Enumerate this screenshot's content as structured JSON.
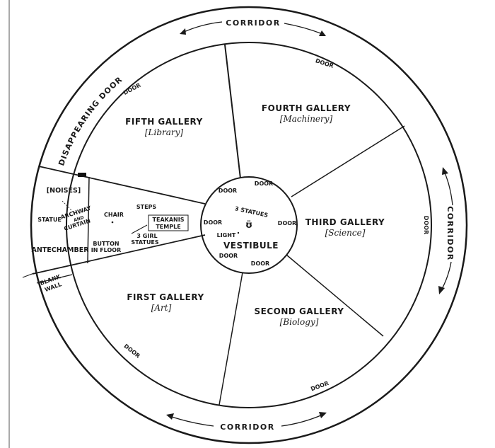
{
  "corridor": {
    "top": "CORRIDOR",
    "right": "CORRIDOR",
    "bottom": "CORRIDOR"
  },
  "vestibule": {
    "name": "VESTIBULE",
    "statues": "3 STATUES",
    "light": "LIGHT",
    "door_label": "DOOR"
  },
  "galleries": [
    {
      "name": "FIRST GALLERY",
      "subject": "[Art]"
    },
    {
      "name": "SECOND GALLERY",
      "subject": "[Biology]"
    },
    {
      "name": "THIRD GALLERY",
      "subject": "[Science]"
    },
    {
      "name": "FOURTH GALLERY",
      "subject": "[Machinery]"
    },
    {
      "name": "FIFTH GALLERY",
      "subject": "[Library]"
    }
  ],
  "west_wing": {
    "noises": "[NOISES]",
    "statue": "STATUE",
    "archway": "ARCHWAY",
    "and": "AND",
    "curtain": "CURTAIN",
    "antechamber": "ANTECHAMBER",
    "chair": "CHAIR",
    "steps": "STEPS",
    "temple_line1": "TEAKANIS",
    "temple_line2": "TEMPLE",
    "girl_statues_line1": "3 GIRL",
    "girl_statues_line2": "STATUES",
    "button_line1": "BUTTON",
    "button_line2": "IN FLOOR",
    "blank_line1": "BLANK",
    "blank_line2": "WALL",
    "disappearing_door": "DISAPPEARING DOOR"
  },
  "door_label": "DOOR"
}
